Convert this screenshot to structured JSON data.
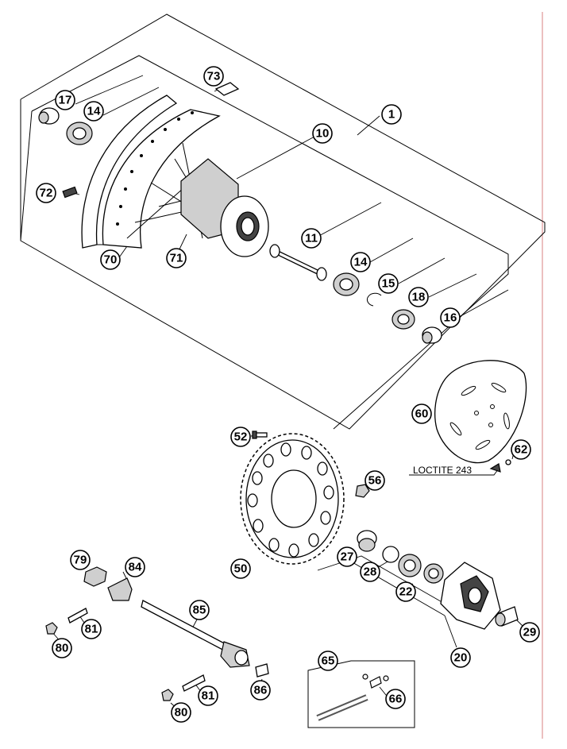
{
  "callouts": [
    {
      "id": "c73",
      "label": "73"
    },
    {
      "id": "c17",
      "label": "17"
    },
    {
      "id": "c14a",
      "label": "14"
    },
    {
      "id": "c1",
      "label": "1"
    },
    {
      "id": "c10",
      "label": "10"
    },
    {
      "id": "c72",
      "label": "72"
    },
    {
      "id": "c11",
      "label": "11"
    },
    {
      "id": "c14b",
      "label": "14"
    },
    {
      "id": "c15",
      "label": "15"
    },
    {
      "id": "c18",
      "label": "18"
    },
    {
      "id": "c16",
      "label": "16"
    },
    {
      "id": "c70",
      "label": "70"
    },
    {
      "id": "c71",
      "label": "71"
    },
    {
      "id": "c60",
      "label": "60"
    },
    {
      "id": "c52",
      "label": "52"
    },
    {
      "id": "c62",
      "label": "62"
    },
    {
      "id": "c56",
      "label": "56"
    },
    {
      "id": "c50",
      "label": "50"
    },
    {
      "id": "c27",
      "label": "27"
    },
    {
      "id": "c28",
      "label": "28"
    },
    {
      "id": "c22",
      "label": "22"
    },
    {
      "id": "c20",
      "label": "20"
    },
    {
      "id": "c29",
      "label": "29"
    },
    {
      "id": "c79",
      "label": "79"
    },
    {
      "id": "c84",
      "label": "84"
    },
    {
      "id": "c85",
      "label": "85"
    },
    {
      "id": "c81a",
      "label": "81"
    },
    {
      "id": "c80a",
      "label": "80"
    },
    {
      "id": "c65",
      "label": "65"
    },
    {
      "id": "c66",
      "label": "66"
    },
    {
      "id": "c86",
      "label": "86"
    },
    {
      "id": "c81b",
      "label": "81"
    },
    {
      "id": "c80b",
      "label": "80"
    }
  ],
  "notes": {
    "loctite": "LOCTITE 243"
  }
}
